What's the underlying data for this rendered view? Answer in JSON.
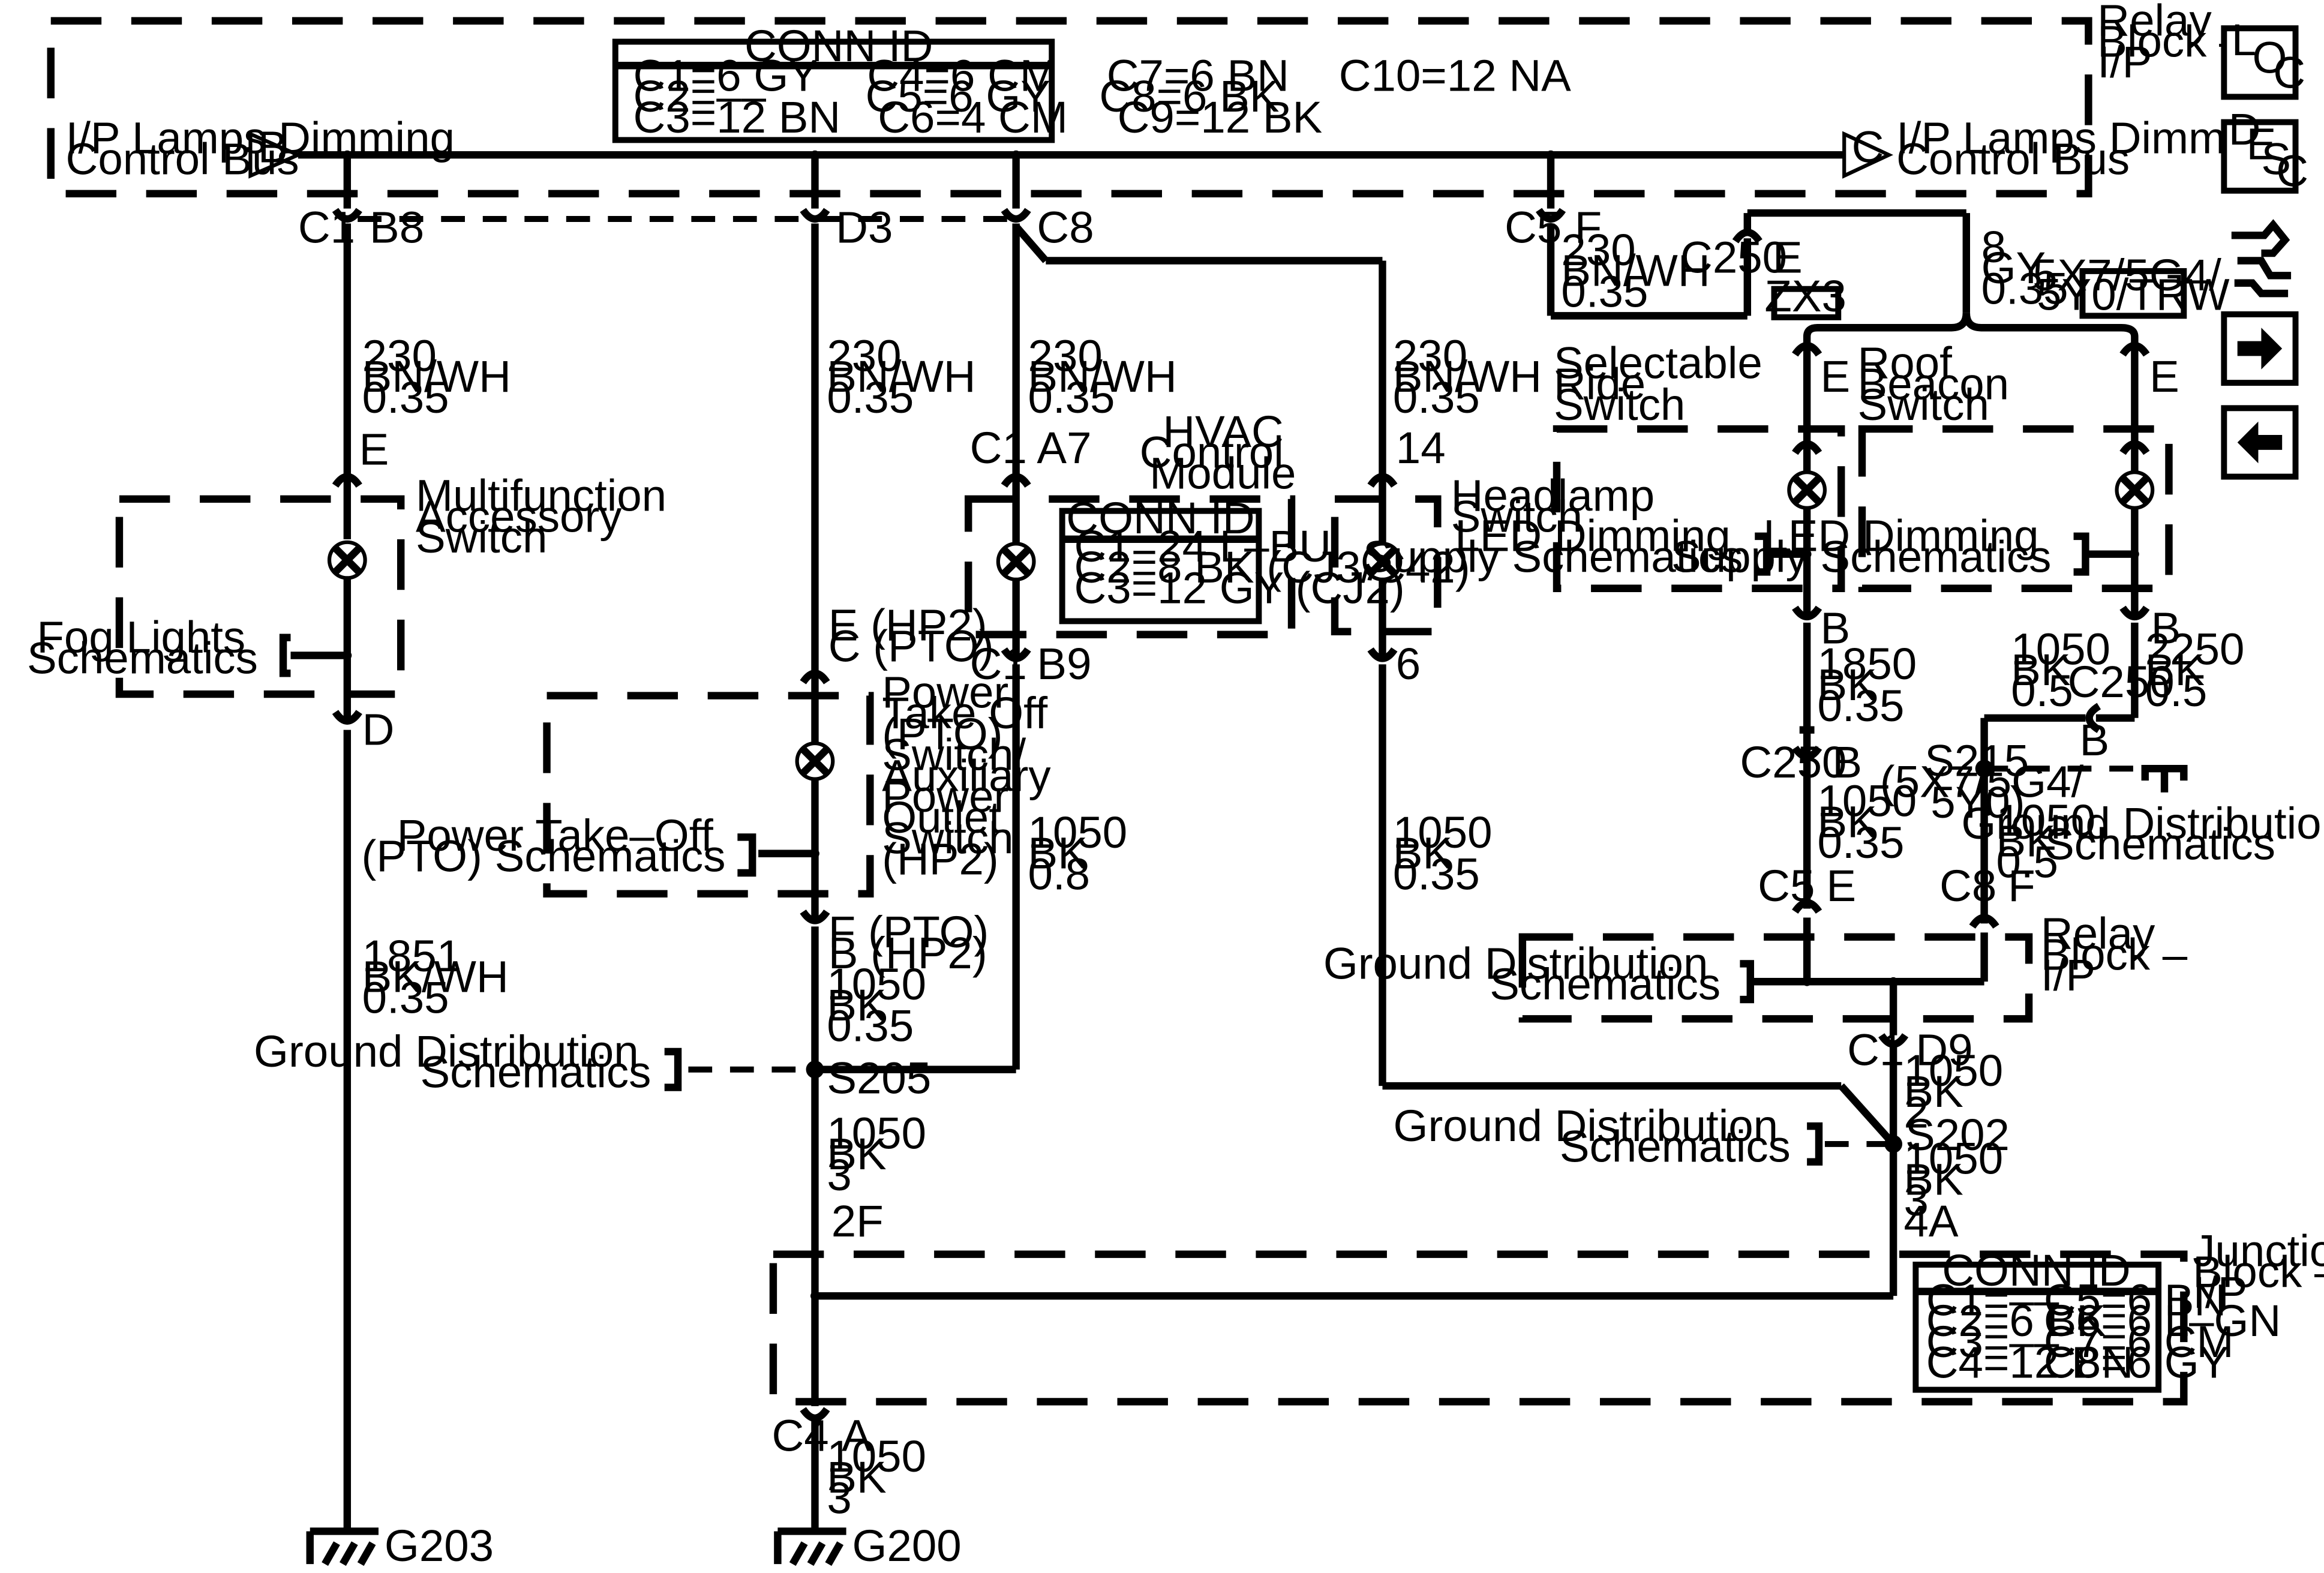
{
  "relay_block_top": {
    "title_lines": [
      "Relay",
      "Block –",
      "I/P"
    ],
    "conn_id": {
      "title": "CONN ID",
      "rows": [
        "C1=6 GY    C4=6 CM    C7=6 BN    C10=12 NA",
        "C2=––        C5=6 GY    C8=6 BK",
        "C3=12 BN   C6=4 CM    C9=12 BK"
      ]
    },
    "bus_left": {
      "label_lines": [
        "I/P Lamps Dimming",
        "Control Bus"
      ],
      "tag": "B"
    },
    "bus_right": {
      "label_lines": [
        "I/P Lamps Dimming",
        "Control Bus"
      ],
      "tag": "C"
    }
  },
  "pins_top": {
    "c1_b8": {
      "conn": "C1",
      "pin": "B8"
    },
    "d3": {
      "pin": "D3"
    },
    "c8": {
      "pin": "C8"
    },
    "c5_f": {
      "conn": "C5",
      "pin": "F"
    }
  },
  "wires": {
    "w230_b8": [
      "230",
      "BN/WH",
      "0.35"
    ],
    "w230_d3": [
      "230",
      "BN/WH",
      "0.35"
    ],
    "w230_c8": [
      "230",
      "BN/WH",
      "0.35"
    ],
    "w230_hl": [
      "230",
      "BN/WH",
      "0.35"
    ],
    "w230_c5": [
      "230",
      "BN/WH",
      "0.35"
    ],
    "w8_gy": [
      "8",
      "GY",
      "0.35"
    ],
    "w1851": [
      "1851",
      "BK/WH",
      "0.35"
    ],
    "w1050_pto": [
      "1050",
      "BK",
      "0.35"
    ],
    "w1050_s205": [
      "1050",
      "BK",
      "3"
    ],
    "w1050_hvac": [
      "1050",
      "BK",
      "0.8"
    ],
    "w1050_hl": [
      "1050",
      "BK",
      "0.35"
    ],
    "w1850": [
      "1850",
      "BK",
      "0.35"
    ],
    "w1050_c250": [
      "1050",
      "BK",
      "0.35"
    ],
    "w1050_s202a": [
      "1050",
      "BK",
      "2"
    ],
    "w1050_s202b": [
      "1050",
      "BK",
      "3"
    ],
    "w1050_left_c250": [
      "1050",
      "BK",
      "0.5"
    ],
    "w2250": [
      "2250",
      "BK",
      "0.5"
    ],
    "w1050_s215": [
      "1050",
      "BK",
      "0.5"
    ],
    "w1050_g200": [
      "1050",
      "BK",
      "3"
    ]
  },
  "components": {
    "multifunction": {
      "lines": [
        "Multifunction",
        "Accessory",
        "Switch"
      ],
      "pin_top": "E",
      "pin_bottom": "D",
      "ref_lines": [
        "Fog Lights",
        "Schematics"
      ]
    },
    "pto": {
      "lines": [
        "Power",
        "Take Off",
        "(PTO)",
        "Switch/",
        "Auxiliary",
        "Power",
        "Outlet",
        "Switch",
        "(HP2)"
      ],
      "pin_top_lines": [
        "E (HP2)",
        "C (PTO)"
      ],
      "pin_bottom_lines": [
        "F (PTO)",
        "B (HP2)"
      ],
      "ref_lines": [
        "Power Take–Off",
        "(PTO) Schematics"
      ]
    },
    "hvac": {
      "lines": [
        "HVAC",
        "Control",
        "Module"
      ],
      "top_conn": "C1",
      "top_pin": "A7",
      "bottom_conn": "C1",
      "bottom_pin": "B9",
      "conn_id": {
        "title": "CONN ID",
        "rows": [
          "C1=24 L–BU",
          "C2=8 BK (CJ3/C42)",
          "C3=12 GY (CJ2)"
        ]
      }
    },
    "headlamp": {
      "lines": [
        "Headlamp",
        "Switch"
      ],
      "pin_top": "14",
      "pin_bottom": "6"
    },
    "ride": {
      "lines": [
        "Selectable",
        "Ride",
        "Switch"
      ],
      "option": "ZX3",
      "pin_top": "E",
      "pin_bottom": "B",
      "ref_lines": [
        "LED Dimming",
        "Supply Schematics"
      ]
    },
    "beacon": {
      "lines": [
        "Roof",
        "Beacon",
        "Switch"
      ],
      "option_lines": [
        "5X7/5G4/",
        "5Y0/TRW"
      ],
      "pin_top": "E",
      "pin_bottom": "B",
      "ref_lines": [
        "LED Dimming",
        "Supply Schematics"
      ]
    }
  },
  "connectors": {
    "c250_e": {
      "conn": "C250",
      "pin": "E"
    },
    "c250_b_left": {
      "conn": "C250",
      "pin": "B"
    },
    "c250_b_right": {
      "conn": "C250",
      "pin": "B"
    },
    "c5_e": {
      "conn": "C5",
      "pin": "E"
    },
    "c8_f": {
      "conn": "C8",
      "pin": "F"
    },
    "c1_d9": {
      "conn": "C1",
      "pin": "D9"
    },
    "p2f": {
      "pin": "2F"
    },
    "p4a": {
      "pin": "4A"
    },
    "c4_a": {
      "conn": "C4",
      "pin": "A"
    }
  },
  "splices": {
    "s205": "S205",
    "s202": "S202",
    "s215": {
      "name": "S215",
      "option_lines": [
        "(5X7/5G4/",
        "5Y0)"
      ]
    }
  },
  "ground_refs": {
    "left": [
      "Ground Distribution",
      "Schematics"
    ],
    "s202": [
      "Ground Distribution",
      "Schematics"
    ],
    "s215": [
      "Ground Distribution",
      "Schematics"
    ],
    "relay": [
      "Ground Distribution",
      "Schematics"
    ]
  },
  "relay_block_mid": {
    "title_lines": [
      "Relay",
      "Block –",
      "I/P"
    ]
  },
  "junction_block": {
    "title_lines": [
      "Junction",
      "Block –",
      "I/P"
    ],
    "conn_id": {
      "title": "CONN ID",
      "rows_left": [
        "C1=––",
        "C2=6 BK",
        "C3=––",
        "C4=12 BN"
      ],
      "rows_right": [
        "C5=6 BN",
        "C6=6 L–GN",
        "C7=6 CM",
        "C8=6 GY"
      ]
    }
  },
  "grounds": {
    "g203": "G203",
    "g200": "G200"
  },
  "nav": {
    "loc": [
      "L",
      "O",
      "C"
    ],
    "desc": [
      "D",
      "E",
      "S",
      "C"
    ],
    "icons": [
      "harness-icon",
      "arrow-right-icon",
      "arrow-left-icon"
    ]
  }
}
